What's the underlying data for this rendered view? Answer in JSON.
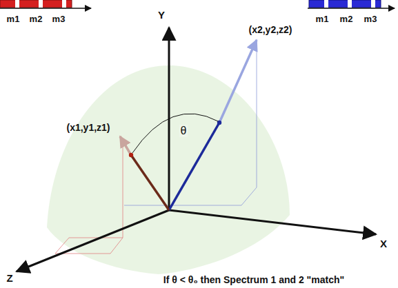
{
  "diagram": {
    "caption": "If θ < θ₀ then Spectrum 1 and 2 \"match\"",
    "labels": [
      "m1",
      "m2",
      "m3",
      "m1",
      "m2",
      "m3",
      "Y",
      "X",
      "Z",
      "(x2,y2,z2)",
      "(x1,y1,z1)",
      "θ"
    ]
  }
}
